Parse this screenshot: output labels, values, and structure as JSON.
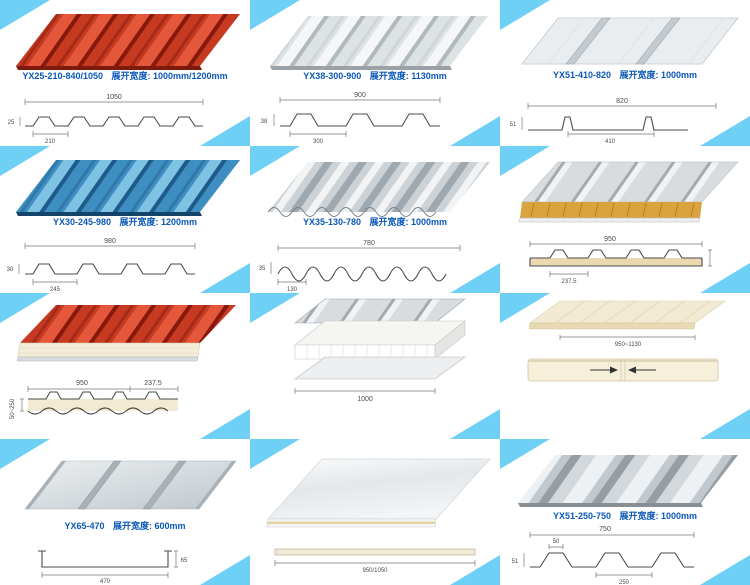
{
  "colors": {
    "corner_cyan": "#6fd0f6",
    "label_blue": "#0b58b8",
    "panel_red": "#c63a22",
    "panel_blue": "#3f8ec2",
    "rockwool_yellow": "#d9a43e",
    "pu_cream": "#f2ead3"
  },
  "cells": [
    {
      "model": "YX25-210-840/1050",
      "width_label": "展开宽度: 1000mm/1200mm",
      "dims": {
        "overall": "1050",
        "pitch": "210",
        "height": "25"
      }
    },
    {
      "model": "YX38-300-900",
      "width_label": "展开宽度: 1130mm",
      "dims": {
        "overall": "900",
        "pitch": "300",
        "height": "38"
      }
    },
    {
      "model": "YX51-410-820",
      "width_label": "展开宽度: 1000mm",
      "dims": {
        "overall": "820",
        "pitch": "410",
        "height": "51"
      }
    },
    {
      "model": "YX30-245-980",
      "width_label": "展开宽度: 1200mm",
      "dims": {
        "overall": "980",
        "pitch": "245",
        "height": "30"
      }
    },
    {
      "model": "YX35-130-780",
      "width_label": "展开宽度: 1000mm",
      "dims": {
        "overall": "780",
        "pitch": "130",
        "height": "35"
      }
    },
    {
      "dims": {
        "overall": "950",
        "pitch": "237.5"
      }
    },
    {
      "dims": {
        "overall": "950",
        "pitch": "237.5",
        "thickness": "50~250"
      }
    },
    {
      "dims": {
        "overall": "1000"
      }
    },
    {
      "dims": {
        "overall": "950~1130"
      }
    },
    {
      "model": "YX65-470",
      "width_label": "展开宽度: 600mm",
      "dims": {
        "overall": "470",
        "height": "65"
      }
    },
    {
      "dims": {
        "overall": "950/1050"
      }
    },
    {
      "model": "YX51-250-750",
      "width_label": "展开宽度: 1000mm",
      "dims": {
        "overall": "750",
        "crest": "50",
        "pitch": "250",
        "height": "51"
      }
    }
  ]
}
